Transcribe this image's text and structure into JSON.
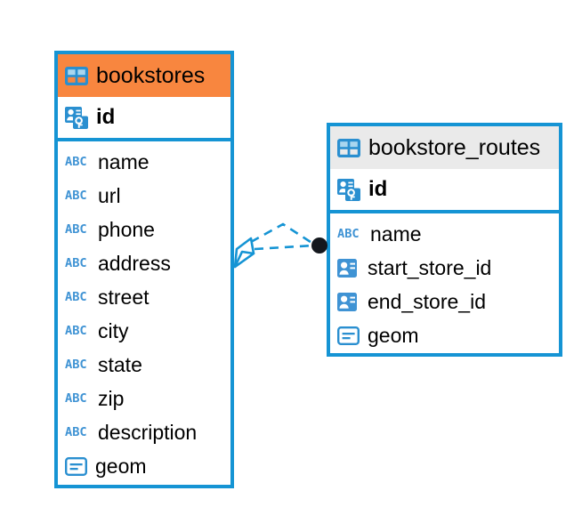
{
  "diagram": {
    "type": "entity-relationship-diagram",
    "background_color": "#ffffff",
    "accent_color": "#1594d4",
    "highlight_color": "#f8863f",
    "neutral_header_color": "#eaeaea"
  },
  "entities": [
    {
      "name": "bookstores",
      "header_style": "highlighted",
      "primary_key": {
        "label": "id",
        "icon": "primary-key-icon"
      },
      "fields": [
        {
          "label": "name",
          "icon": "text-field-icon"
        },
        {
          "label": "url",
          "icon": "text-field-icon"
        },
        {
          "label": "phone",
          "icon": "text-field-icon"
        },
        {
          "label": "address",
          "icon": "text-field-icon"
        },
        {
          "label": "street",
          "icon": "text-field-icon"
        },
        {
          "label": "city",
          "icon": "text-field-icon"
        },
        {
          "label": "state",
          "icon": "text-field-icon"
        },
        {
          "label": "zip",
          "icon": "text-field-icon"
        },
        {
          "label": "description",
          "icon": "text-field-icon"
        },
        {
          "label": "geom",
          "icon": "geometry-field-icon"
        }
      ]
    },
    {
      "name": "bookstore_routes",
      "header_style": "neutral",
      "primary_key": {
        "label": "id",
        "icon": "primary-key-icon"
      },
      "fields": [
        {
          "label": "name",
          "icon": "text-field-icon"
        },
        {
          "label": "start_store_id",
          "icon": "foreign-key-icon"
        },
        {
          "label": "end_store_id",
          "icon": "foreign-key-icon"
        },
        {
          "label": "geom",
          "icon": "geometry-field-icon"
        }
      ]
    }
  ],
  "relationship": {
    "from_entity": "bookstores",
    "to_entity": "bookstore_routes",
    "line_style": "dashed",
    "line_color": "#1594d4",
    "source_marker": "diamond-marker",
    "target_marker": "filled-circle-marker",
    "target_marker_color": "#14181e"
  },
  "icon_glyphs": {
    "table": "table-icon",
    "abc": "ABC"
  }
}
